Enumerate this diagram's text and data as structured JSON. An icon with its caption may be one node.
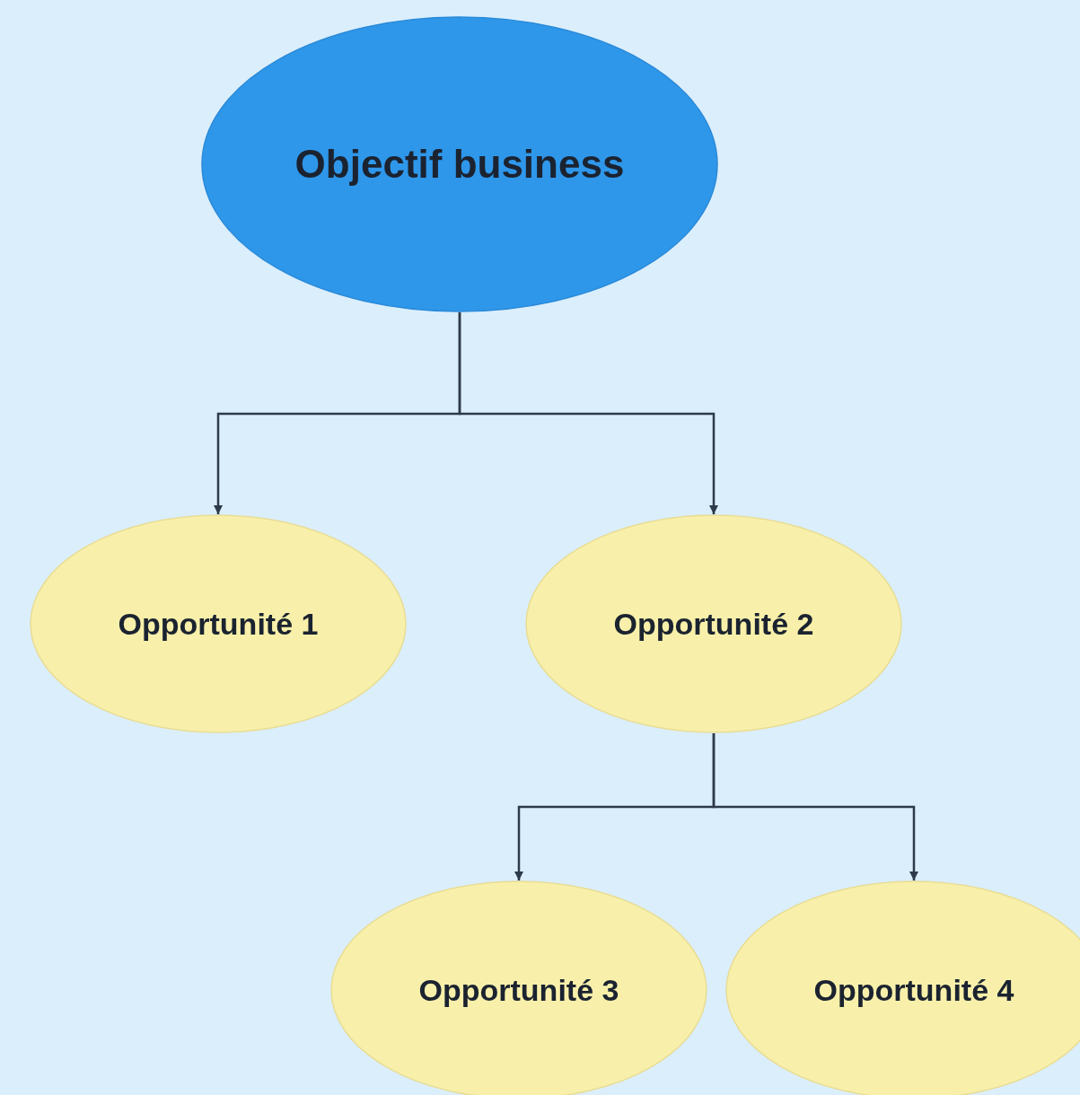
{
  "diagram": {
    "nodes": [
      {
        "text": [
          "Objectif business"
        ]
      },
      {
        "text": [
          "Opportunité 1"
        ]
      },
      {
        "text": [
          "Opportunité 2"
        ]
      },
      {
        "text": [
          "Opportunité 3"
        ]
      },
      {
        "text": [
          "Opportunité 4"
        ]
      }
    ],
    "edges": [
      {
        "from": 0,
        "to": 1,
        "arrow": "to"
      },
      {
        "from": 0,
        "to": 2,
        "arrow": "to"
      },
      {
        "from": 2,
        "to": 3,
        "arrow": "to"
      },
      {
        "from": 2,
        "to": 4,
        "arrow": "to"
      }
    ]
  }
}
